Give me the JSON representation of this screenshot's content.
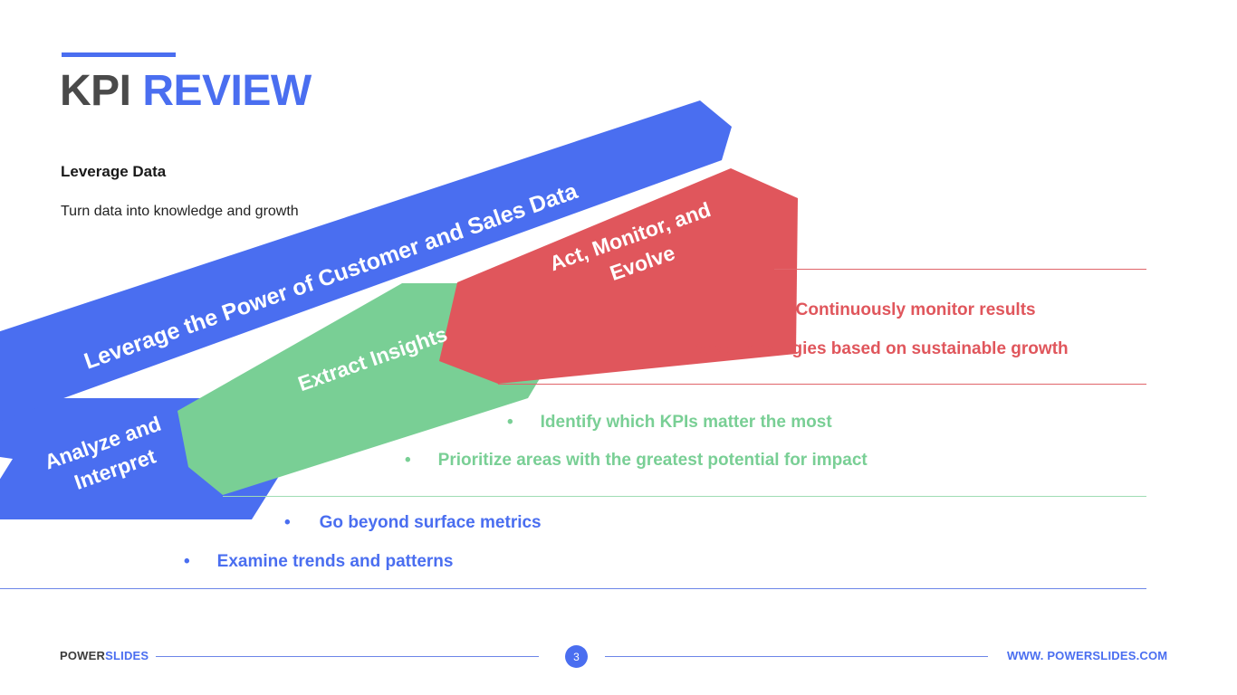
{
  "slide": {
    "title_primary": "KPI",
    "title_accent": "REVIEW",
    "subhead": "Leverage Data",
    "subcopy": "Turn data into knowledge and growth"
  },
  "colors": {
    "blue": "#4a6ef0",
    "green": "#79cf95",
    "red": "#e0565c",
    "title_dark": "#4a4a4a"
  },
  "arrows": [
    {
      "key": "blue-top",
      "label_line1": "Leverage the Power of Customer and Sales Data",
      "color": "#4a6ef0"
    },
    {
      "key": "red",
      "label_line1": "Act, Monitor, and",
      "label_line2": "Evolve",
      "color": "#e0565c"
    },
    {
      "key": "green",
      "label_line1": "Extract Insights",
      "color": "#79cf95"
    },
    {
      "key": "blue-bottom",
      "label_line1": "Analyze and",
      "label_line2": "Interpret",
      "color": "#4a6ef0"
    }
  ],
  "bullet_groups": {
    "red": {
      "color": "#e0565c",
      "bullet_char": "•",
      "items": [
        "Continuously monitor results",
        "Adapt strategies based on sustainable growth"
      ]
    },
    "green": {
      "color": "#79cf95",
      "bullet_char": "•",
      "items": [
        "Identify which KPIs matter the most",
        "Prioritize areas with the greatest potential for impact"
      ]
    },
    "blue": {
      "color": "#4a6ef0",
      "bullet_char": "•",
      "items": [
        "Go beyond surface metrics",
        "Examine trends and patterns"
      ]
    }
  },
  "footer": {
    "brand_primary": "POWER",
    "brand_accent": "SLIDES",
    "page_number": "3",
    "url": "WWW. POWERSLIDES.COM"
  }
}
